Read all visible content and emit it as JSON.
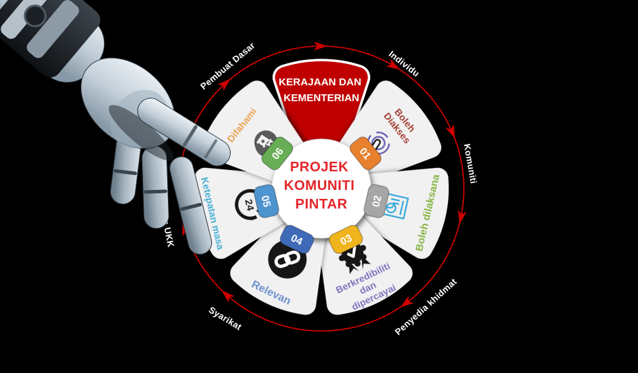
{
  "diagram": {
    "center": {
      "lines": [
        "PROJEK",
        "KOMUNITI",
        "PINTAR"
      ],
      "text_color": "#E4252A"
    },
    "government": {
      "lines": [
        "KERAJAAN DAN",
        "KEMENTERIAN"
      ],
      "fill": "#C00404",
      "text_color": "#FFFFFF"
    },
    "petals": [
      {
        "num": "01",
        "label": "Boleh Diakses",
        "lines": [
          "Boleh",
          "Diakses"
        ],
        "label_color": "#A5392B",
        "badge_color": "#E8802D",
        "icon": "tap-finger-icon"
      },
      {
        "num": "02",
        "label": "Boleh dilaksana",
        "label_color": "#86B53E",
        "badge_color": "#A6A6A6",
        "icon": "chart-document-icon"
      },
      {
        "num": "03",
        "label": "Berkredibiliti dan dipercayai",
        "lines": [
          "Berkredibiliti",
          "dan",
          "dipercayai"
        ],
        "label_color": "#7E6FBE",
        "badge_color": "#F0B41D",
        "icon": "award-ribbon-icon"
      },
      {
        "num": "04",
        "label": "Relevan",
        "label_color": "#6A90CC",
        "badge_color": "#3E6AB8",
        "icon": "chain-link-icon"
      },
      {
        "num": "05",
        "label": "Ketepatan masa",
        "label_color": "#3FAFD4",
        "badge_color": "#4E94CE",
        "icon": "clock-24-icon"
      },
      {
        "num": "06",
        "label": "Difahami",
        "label_color": "#EAA14E",
        "badge_color": "#67AE55",
        "icon": "head-gears-icon"
      }
    ],
    "ring": {
      "color": "#CC0000",
      "labels": [
        {
          "text": "Pembuat Dasar"
        },
        {
          "text": "Individu"
        },
        {
          "text": "Komuniti"
        },
        {
          "text": "Penyedia khidmat"
        },
        {
          "text": "Syarikat"
        },
        {
          "text": "tan UKK"
        }
      ]
    },
    "icons": {
      "clock_text": "24"
    }
  }
}
